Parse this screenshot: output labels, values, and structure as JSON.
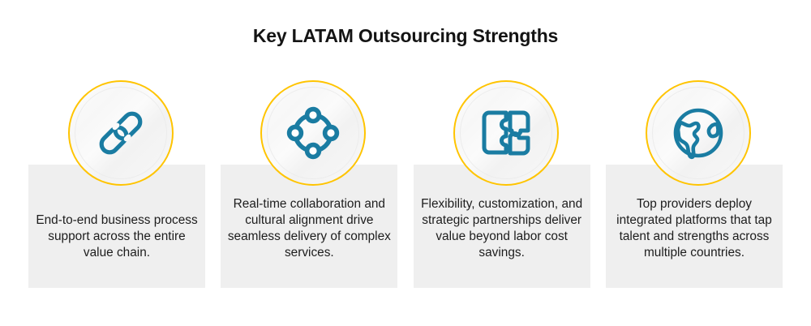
{
  "header": {
    "title": "Key LATAM Outsourcing Strengths"
  },
  "theme": {
    "page_background": "#ffffff",
    "title_color": "#141414",
    "card_background": "#efefef",
    "card_text_color": "#1d1d1d",
    "badge_ring_color": "#ffc400",
    "badge_fill_color": "#f7f7f7",
    "icon_color": "#1a7ca2"
  },
  "columns": [
    {
      "icon": "chain-link-icon",
      "text": "End-to-end business process support across the entire value chain."
    },
    {
      "icon": "network-nodes-icon",
      "text": "Real-time collaboration and cultural alignment drive seamless delivery of complex services."
    },
    {
      "icon": "puzzle-pieces-icon",
      "text": "Flexibility, customization, and strategic partnerships deliver value beyond labor cost savings."
    },
    {
      "icon": "globe-icon",
      "text": "Top providers deploy integrated platforms that tap talent and strengths across multiple countries."
    }
  ]
}
